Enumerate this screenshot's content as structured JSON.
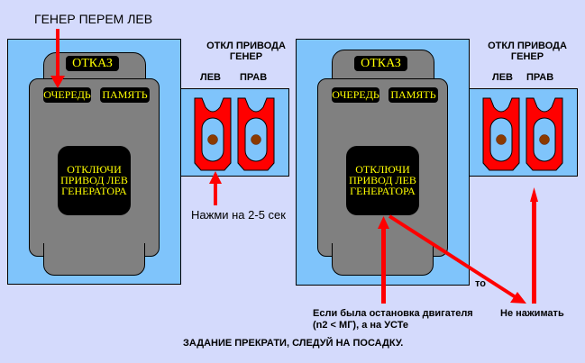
{
  "title": "ГЕНЕР ПЕРЕМ ЛЕВ",
  "left_unit": {
    "fail_lamp": "ОТКАЗ",
    "queue_button": "ОЧЕРЕДЬ",
    "memory_button": "ПАМЯТЬ",
    "message": [
      "ОТКЛЮЧИ",
      "ПРИВОД ЛЕВ",
      "ГЕНЕРАТОРА"
    ]
  },
  "right_unit": {
    "fail_lamp": "ОТКАЗ",
    "queue_button": "ОЧЕРЕДЬ",
    "memory_button": "ПАМЯТЬ",
    "message": [
      "ОТКЛЮЧИ",
      "ПРИВОД ЛЕВ",
      "ГЕНЕРАТОРА"
    ]
  },
  "switch_panel_left": {
    "heading": [
      "ОТКЛ ПРИВОДА",
      "ГЕНЕР"
    ],
    "left_label": "ЛЕВ",
    "right_label": "ПРАВ"
  },
  "switch_panel_right": {
    "heading": [
      "ОТКЛ ПРИВОДА",
      "ГЕНЕР"
    ],
    "left_label": "ЛЕВ",
    "right_label": "ПРАВ"
  },
  "annotations": {
    "press_hint": "Нажми на 2-5 сек",
    "condition": [
      "Если была остановка двигателя",
      "(n2 < МГ), а на УСТе"
    ],
    "then_word": "то",
    "do_not_press": "Не нажимать",
    "final_instruction": "ЗАДАНИЕ ПРЕКРАТИ, СЛЕДУЙ НА ПОСАДКУ."
  },
  "colors": {
    "background": "#d4dafc",
    "panel": "#7fc4fb",
    "housing": "#808080",
    "lcd_text": "#ffff00",
    "arrow": "#ff0000",
    "switch": "#ff0000",
    "switch_knob": "#8b3a00"
  }
}
